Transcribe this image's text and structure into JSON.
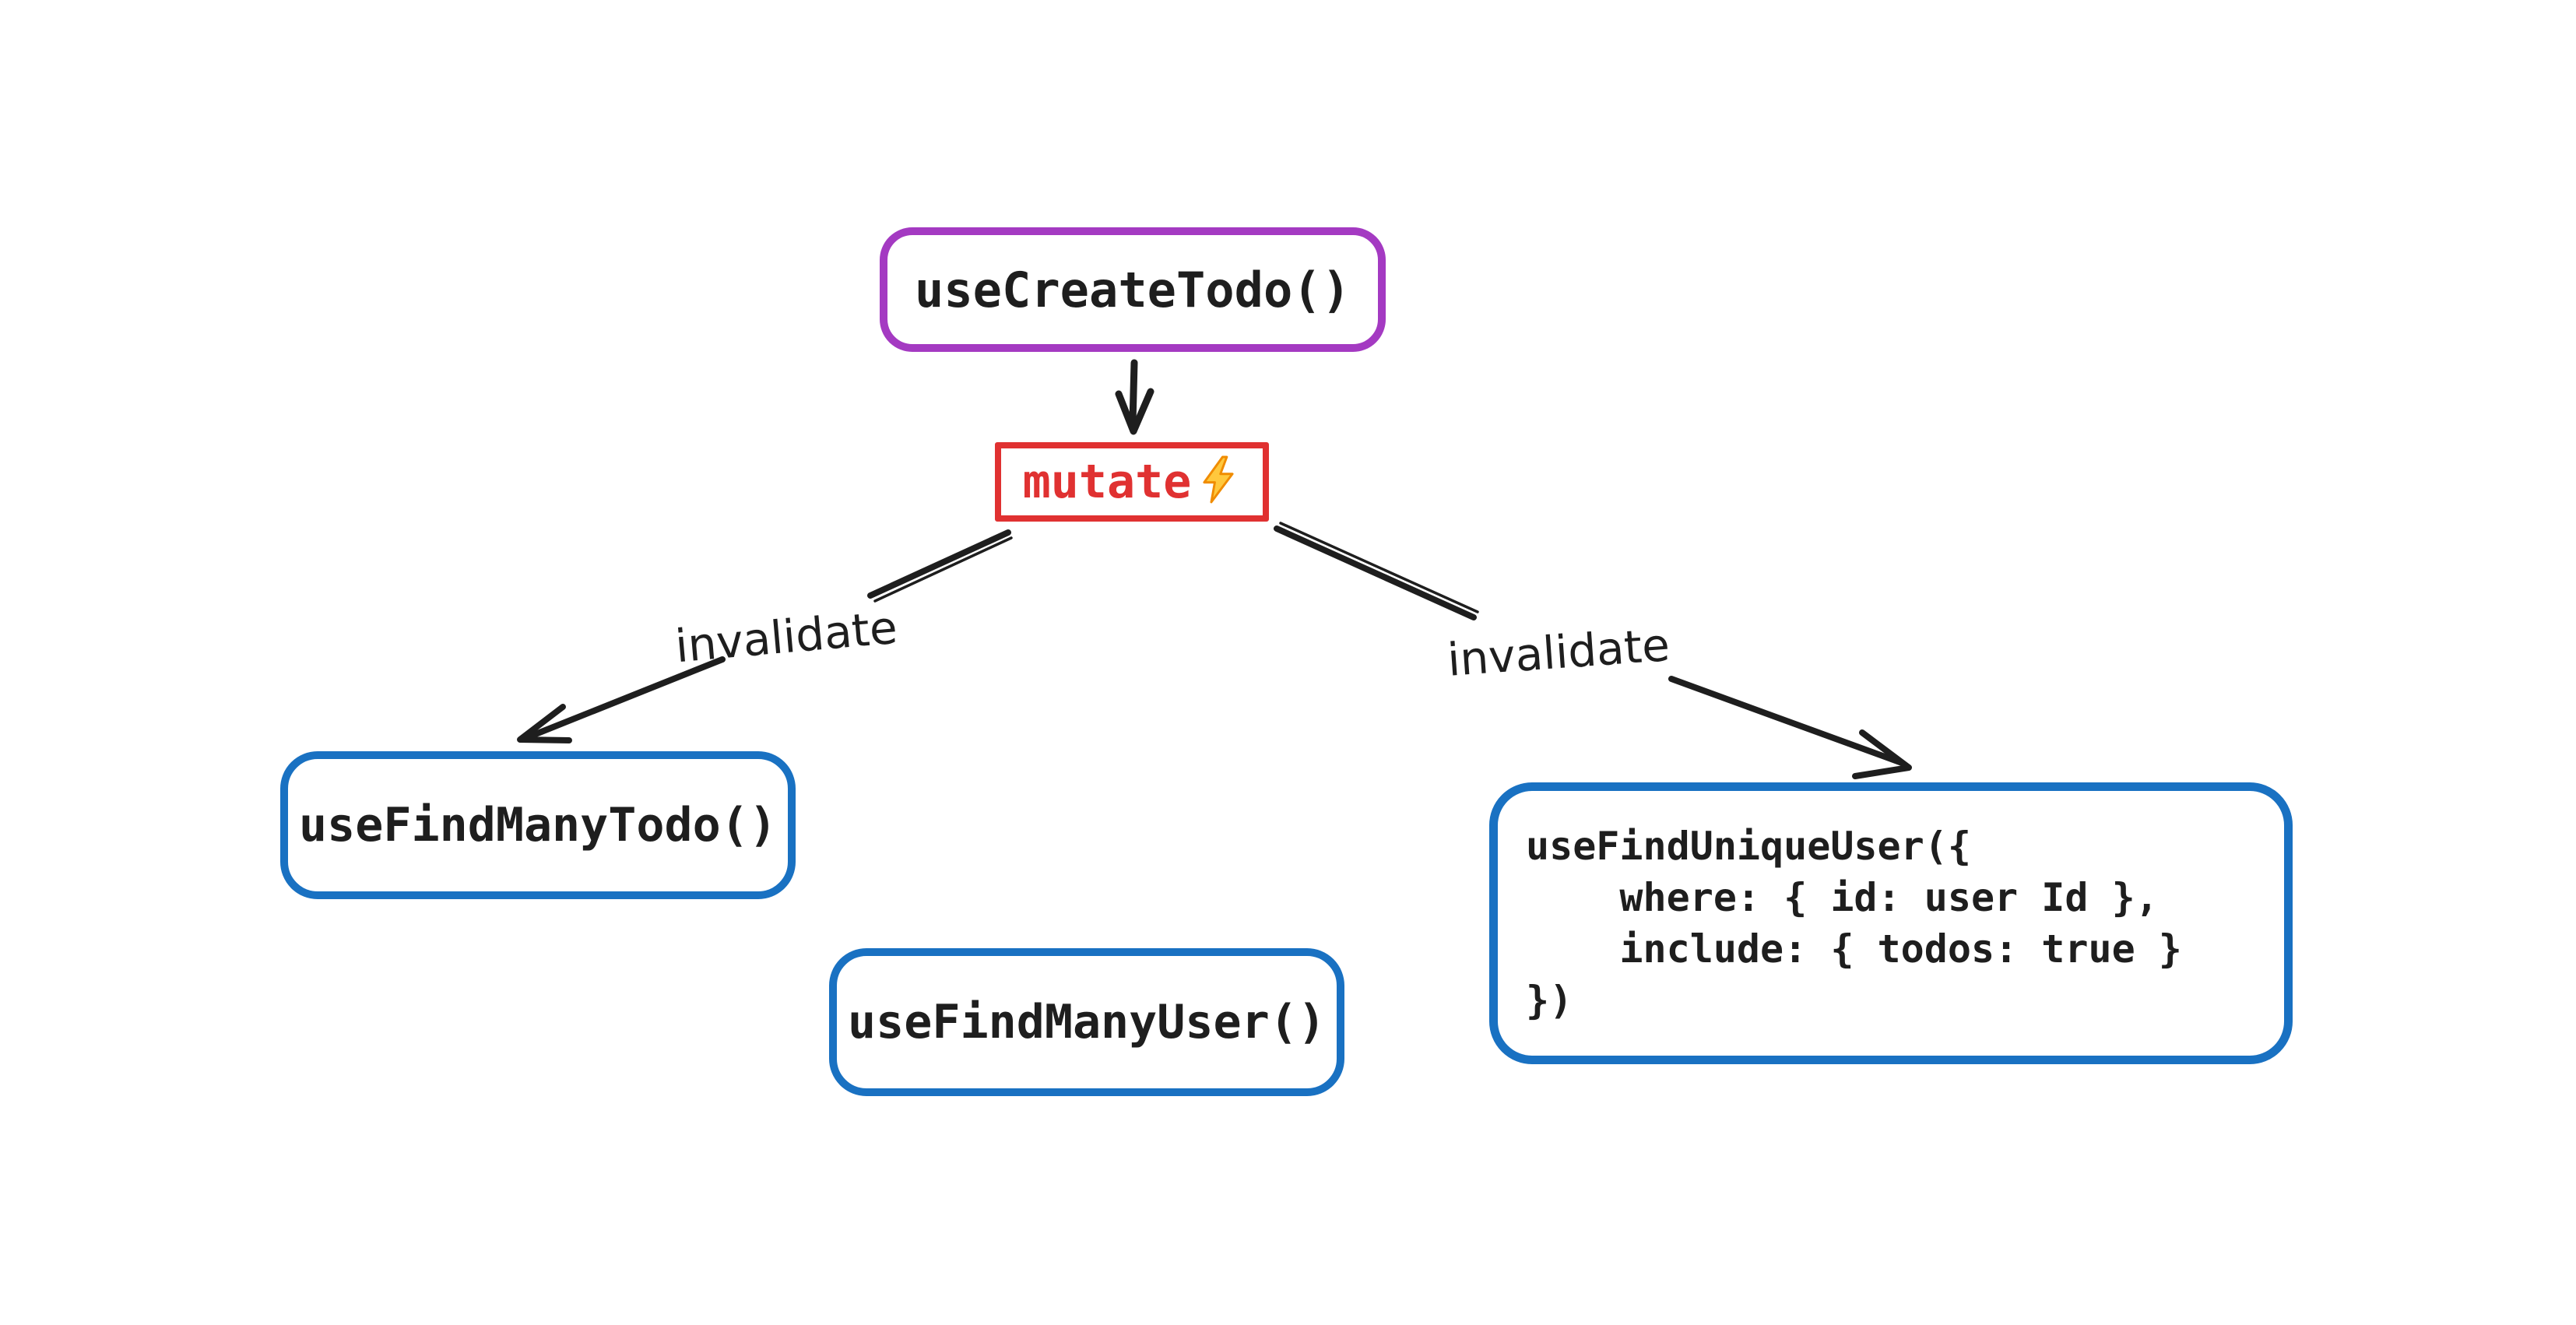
{
  "diagram": {
    "background": "#ffffff",
    "ink_color": "#1e1e1e",
    "colors": {
      "purple_border": "#a43ac2",
      "red_border": "#e03131",
      "blue_border": "#1971c2",
      "bolt_fill": "#ffc83d",
      "bolt_stroke": "#f08c00"
    },
    "nodes": {
      "create_todo": {
        "label": "useCreateTodo()"
      },
      "mutate": {
        "label": "mutate",
        "icon": "lightning-emoji"
      },
      "find_many_todo": {
        "label": "useFindManyTodo()"
      },
      "find_many_user": {
        "label": "useFindManyUser()"
      },
      "find_unique_user": {
        "code_lines": [
          "useFindUniqueUser({",
          "    where: { id: user Id },",
          "    include: { todos: true }",
          "})"
        ]
      }
    },
    "edges": [
      {
        "from": "create_todo",
        "to": "mutate",
        "label": ""
      },
      {
        "from": "mutate",
        "to": "find_many_todo",
        "label": "invalidate"
      },
      {
        "from": "mutate",
        "to": "find_unique_user",
        "label": "invalidate"
      }
    ]
  }
}
